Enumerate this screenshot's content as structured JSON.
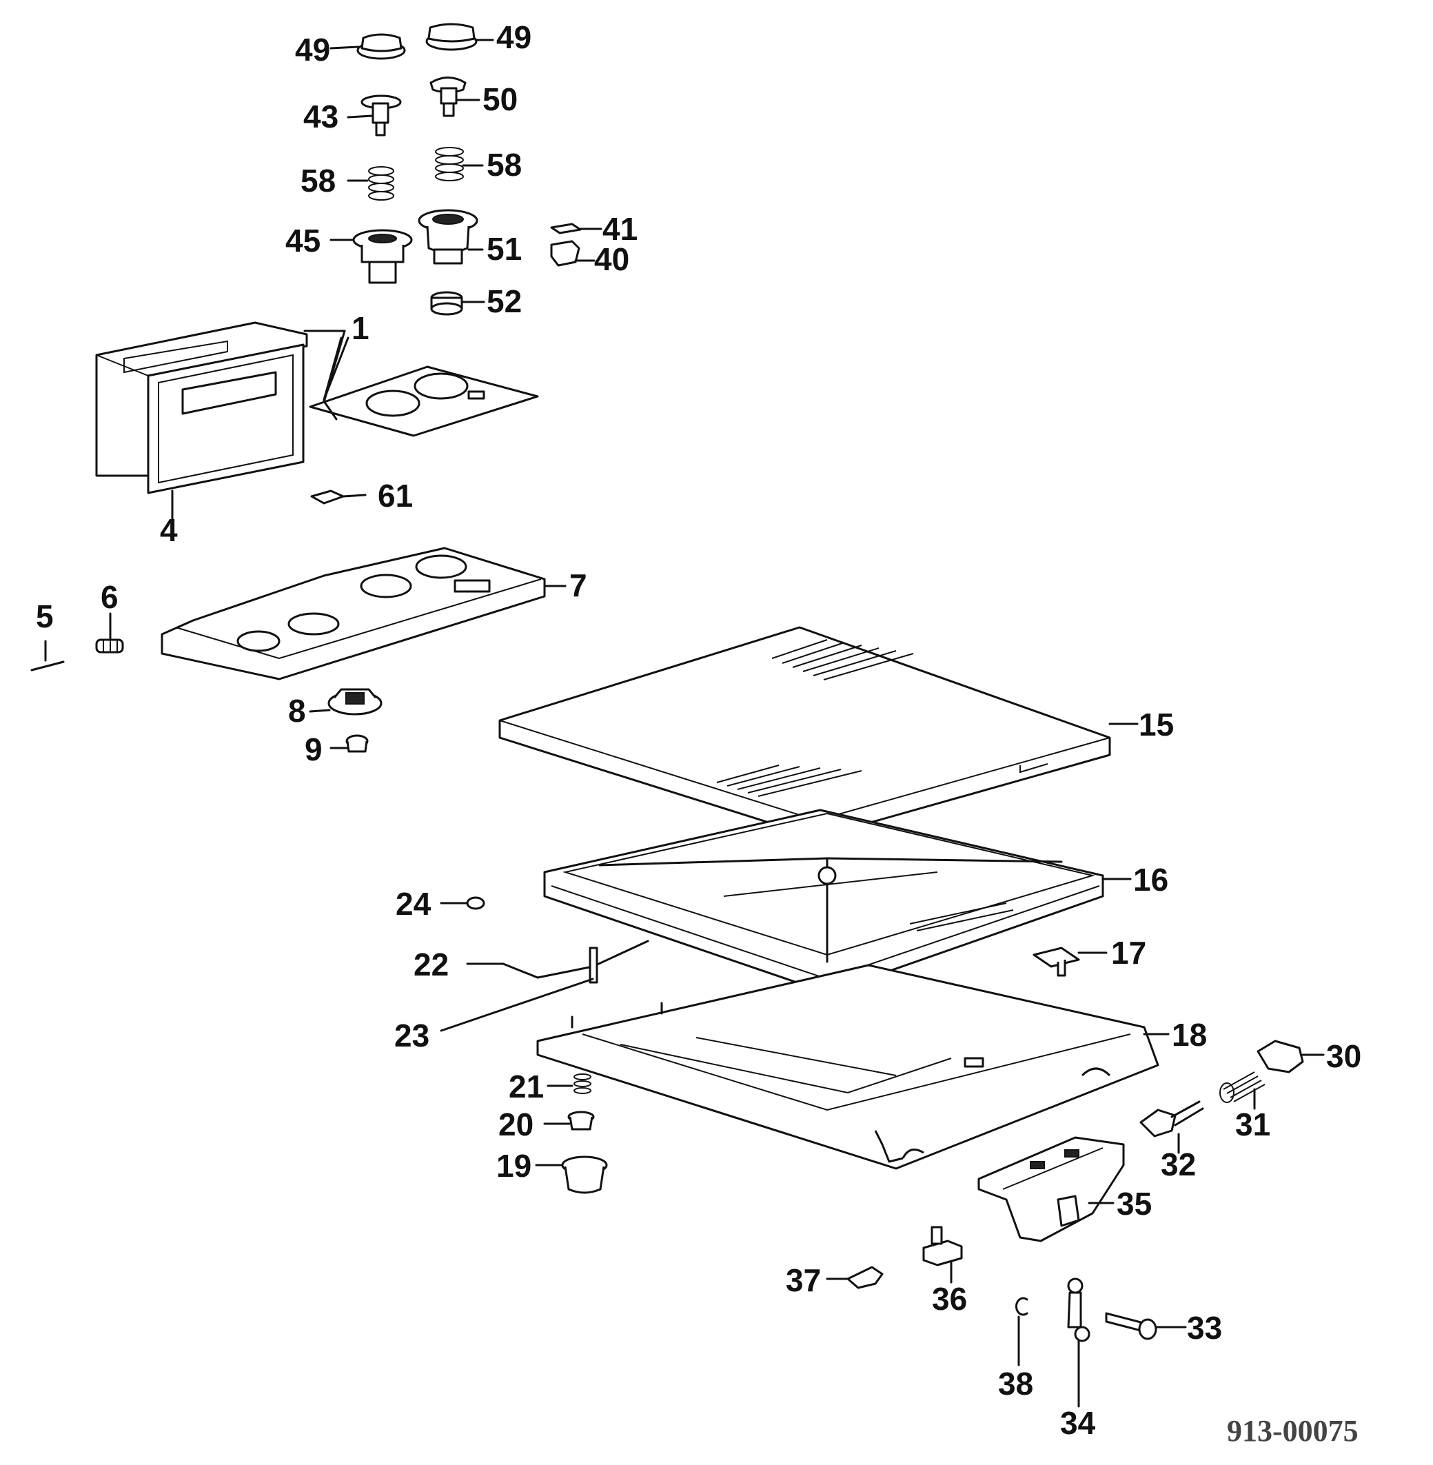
{
  "diagram": {
    "document_number": "913-00075",
    "callouts": [
      {
        "id": "49a",
        "label": "49"
      },
      {
        "id": "49b",
        "label": "49"
      },
      {
        "id": "43",
        "label": "43"
      },
      {
        "id": "50",
        "label": "50"
      },
      {
        "id": "58a",
        "label": "58"
      },
      {
        "id": "58b",
        "label": "58"
      },
      {
        "id": "45",
        "label": "45"
      },
      {
        "id": "51",
        "label": "51"
      },
      {
        "id": "41",
        "label": "41"
      },
      {
        "id": "40",
        "label": "40"
      },
      {
        "id": "52",
        "label": "52"
      },
      {
        "id": "1",
        "label": "1"
      },
      {
        "id": "61",
        "label": "61"
      },
      {
        "id": "4",
        "label": "4"
      },
      {
        "id": "6",
        "label": "6"
      },
      {
        "id": "5",
        "label": "5"
      },
      {
        "id": "7",
        "label": "7"
      },
      {
        "id": "8",
        "label": "8"
      },
      {
        "id": "9",
        "label": "9"
      },
      {
        "id": "15",
        "label": "15"
      },
      {
        "id": "16",
        "label": "16"
      },
      {
        "id": "24",
        "label": "24"
      },
      {
        "id": "17",
        "label": "17"
      },
      {
        "id": "22",
        "label": "22"
      },
      {
        "id": "23",
        "label": "23"
      },
      {
        "id": "18",
        "label": "18"
      },
      {
        "id": "30",
        "label": "30"
      },
      {
        "id": "21",
        "label": "21"
      },
      {
        "id": "20",
        "label": "20"
      },
      {
        "id": "31",
        "label": "31"
      },
      {
        "id": "32",
        "label": "32"
      },
      {
        "id": "19",
        "label": "19"
      },
      {
        "id": "35",
        "label": "35"
      },
      {
        "id": "37",
        "label": "37"
      },
      {
        "id": "36",
        "label": "36"
      },
      {
        "id": "33",
        "label": "33"
      },
      {
        "id": "38",
        "label": "38"
      },
      {
        "id": "34",
        "label": "34"
      }
    ]
  }
}
